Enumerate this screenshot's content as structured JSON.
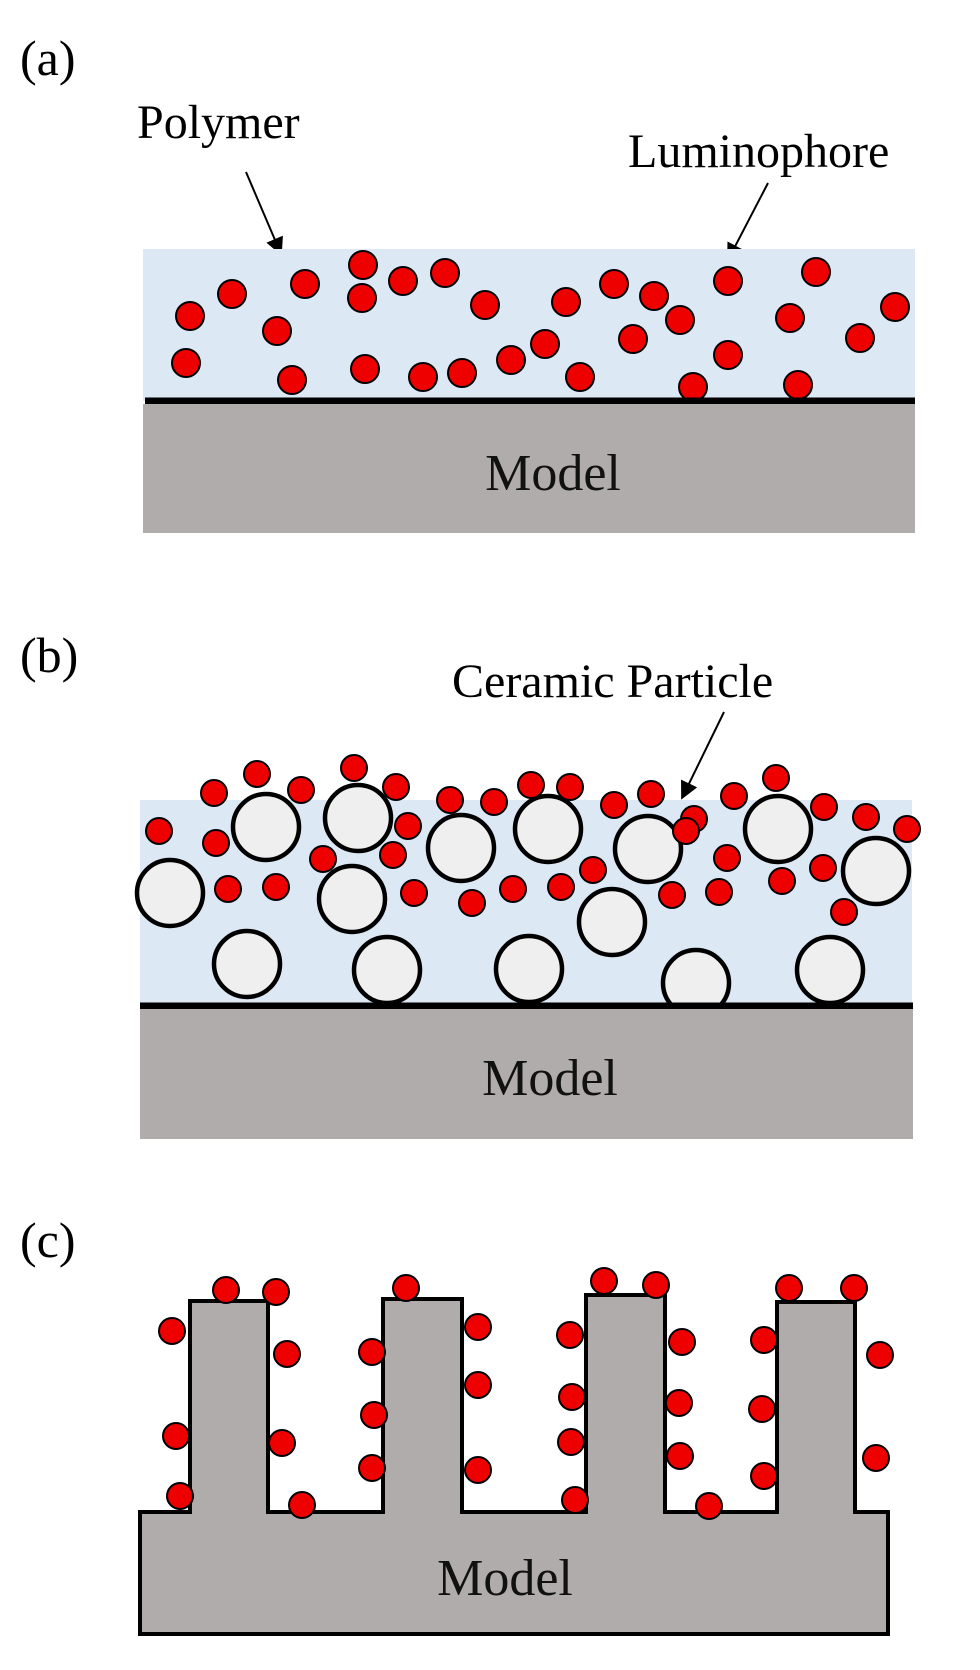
{
  "colors": {
    "polymer": "#dce8f4",
    "model": "#b0acab",
    "luminophore": "#ee0000",
    "ceramic_particle": "#efefef",
    "outline": "#000000"
  },
  "panels": {
    "a": {
      "label": "(a)",
      "callouts": {
        "polymer": "Polymer",
        "luminophore": "Luminophore"
      },
      "model_label": "Model"
    },
    "b": {
      "label": "(b)",
      "callouts": {
        "ceramic_particle": "Ceramic Particle"
      },
      "model_label": "Model"
    },
    "c": {
      "label": "(c)",
      "model_label": "Model"
    }
  }
}
